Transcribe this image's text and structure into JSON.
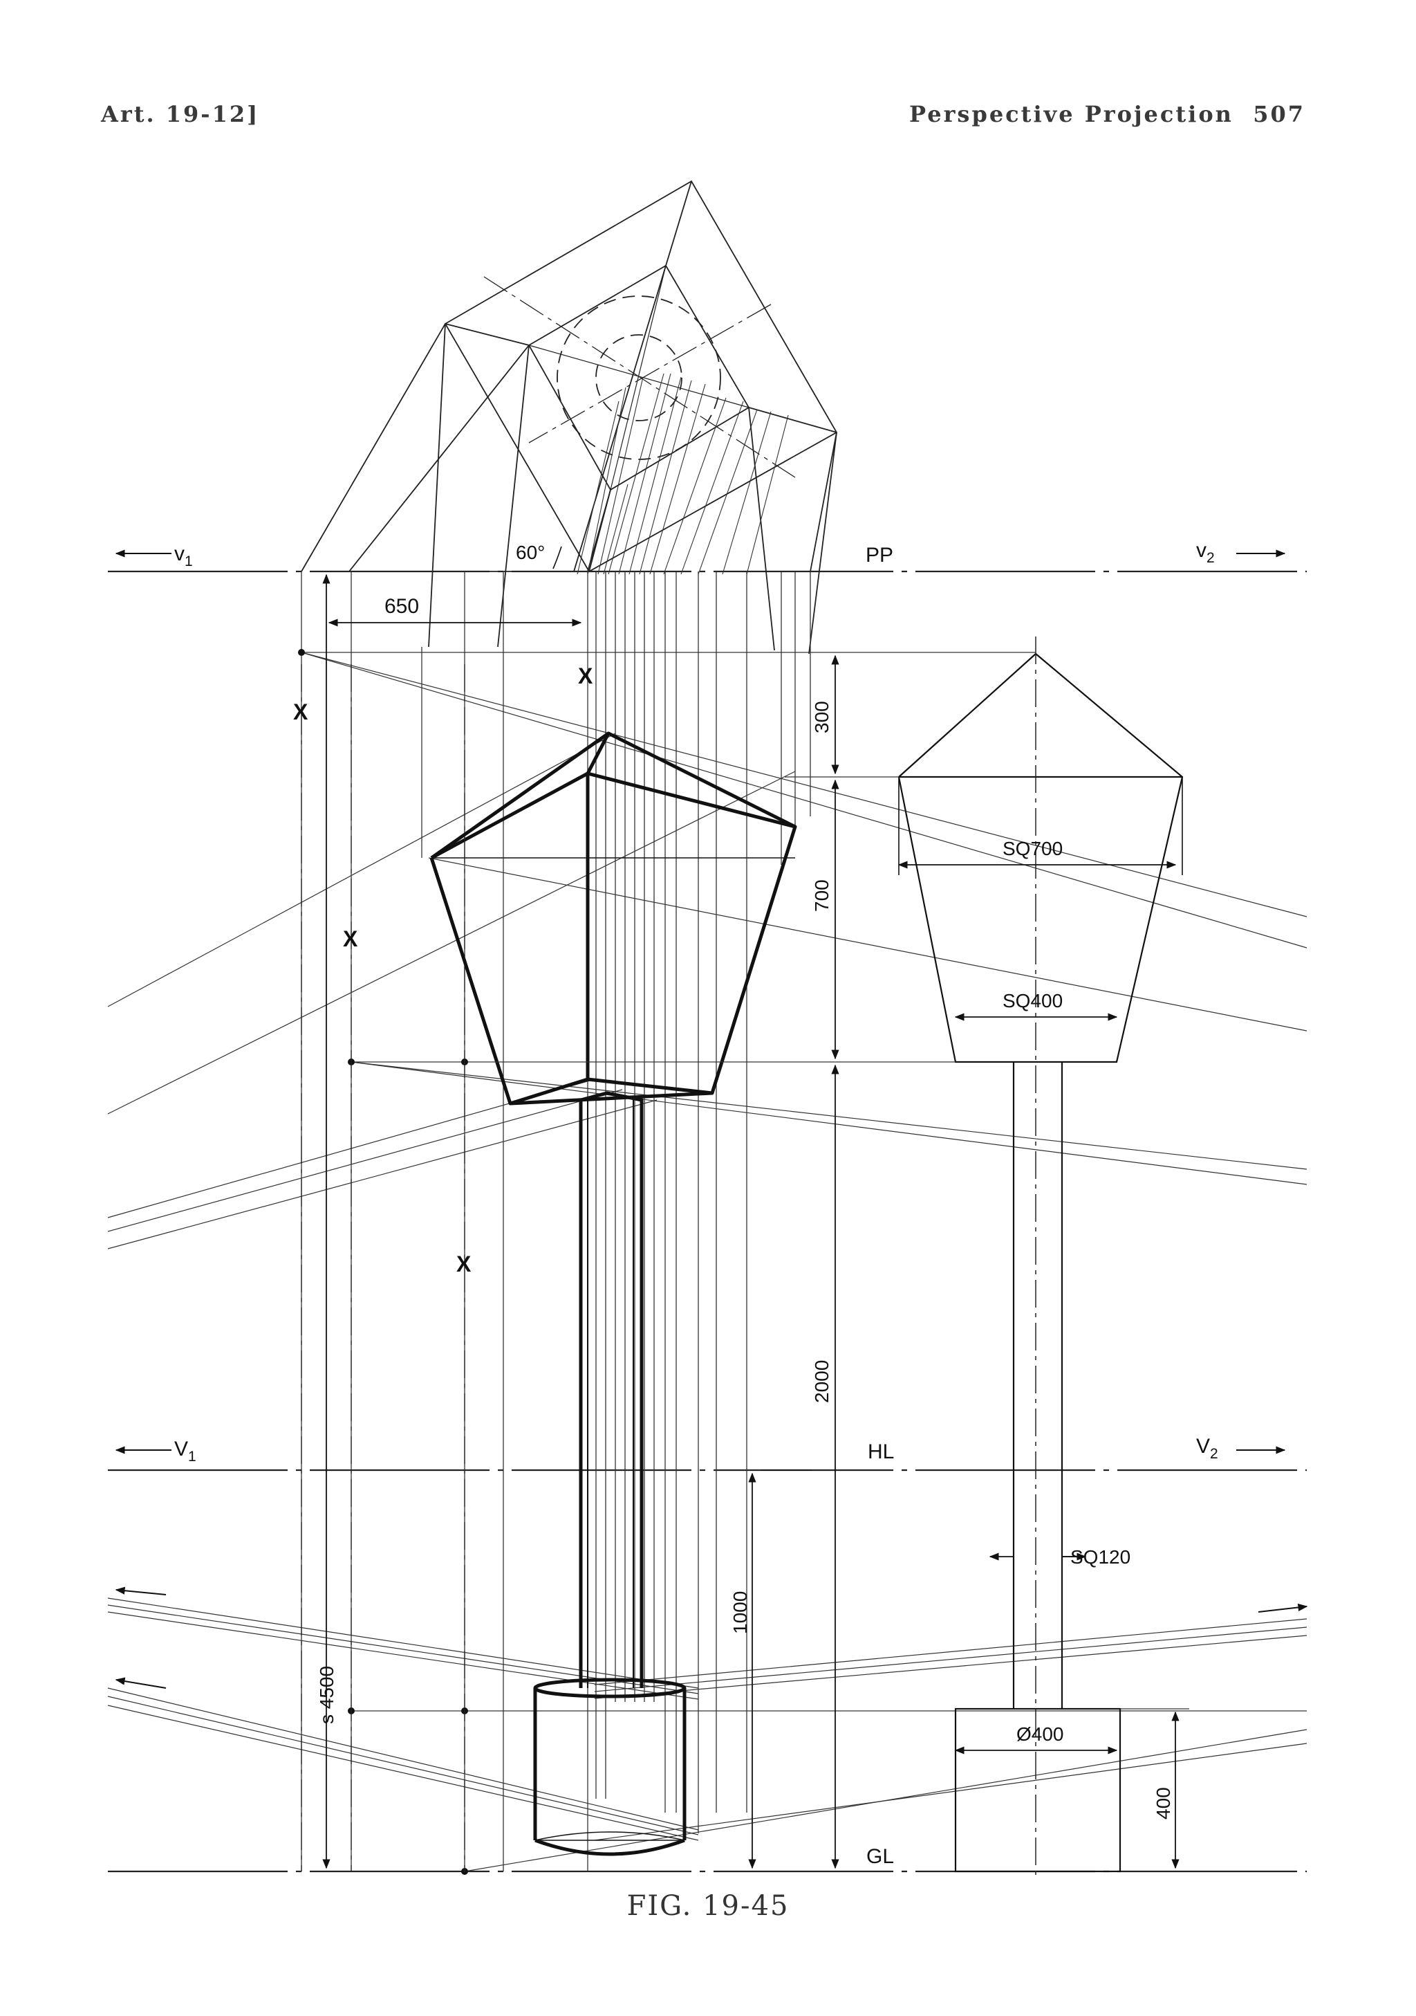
{
  "header": {
    "left": "Art. 19-12]",
    "right_title": "Perspective Projection",
    "page_number": "507"
  },
  "labels": {
    "pp": "PP",
    "hl": "HL",
    "gl": "GL",
    "v1_top_letter": "v",
    "v1_top_sub": "1",
    "v2_top_letter": "v",
    "v2_top_sub": "2",
    "v1_hl_letter": "V",
    "v1_hl_sub": "1",
    "v2_hl_letter": "V",
    "v2_hl_sub": "2",
    "angle": "60°",
    "x_mark": "X"
  },
  "dimensions": {
    "d650": "650",
    "d300": "300",
    "d700": "700",
    "d2000": "2000",
    "d1000": "1000",
    "d400": "400",
    "s4500": "s 4500",
    "sq700": "SQ700",
    "sq400": "SQ400",
    "sq120": "SQ120",
    "dia400": "Ø400"
  },
  "caption": "FIG. 19-45"
}
